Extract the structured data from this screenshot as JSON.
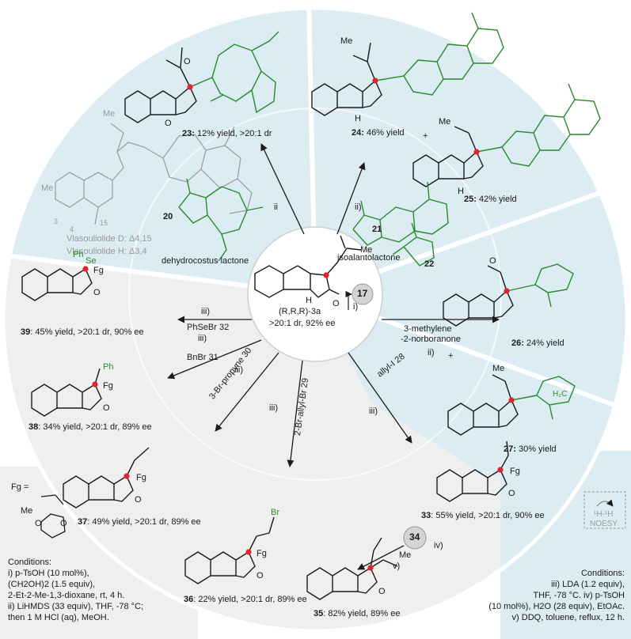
{
  "colors": {
    "panel_blue": "#dcecf3",
    "panel_grey": "#efefef",
    "stereo_red": "#e0242c",
    "green": "#2a8a2a",
    "ring_grey": "#cfcfcf"
  },
  "center": {
    "substrate_label": "(R,R,R)-3a",
    "stereo_info": ">20:1 dr, 92% ee",
    "me": "Me",
    "compound_17": "17",
    "step_i": "i)"
  },
  "reagents": {
    "ii_left": "ii",
    "ii_right": "ii)",
    "lactone_20_num": "20",
    "lactone_20_name": "dehydrocostus lactone",
    "lactone_21_num": "21",
    "lactone_21_name": "isoalantolactone",
    "norbornanone_num": "22",
    "norbornanone_name_1": "3-methylene",
    "norbornanone_name_2": "-2-norboranone",
    "norbornanone_step": "ii)",
    "phsebr": "PhSeBr 32",
    "bnbr": "BnBr 31",
    "propyne": "3-Br-propyne 30",
    "bromoallyl": "2-Br-allyl-Br 29",
    "allyl": "allyl-I 28",
    "iii": "iii)"
  },
  "vlasouliolide": {
    "me_top": "Me",
    "me": "Me",
    "d": "Vlasouliolide D: Δ4,15",
    "h": "Vlasouliolide H: Δ3,4",
    "n3": "3",
    "n4": "4",
    "n15": "15"
  },
  "products": {
    "p23": {
      "num": "23:",
      "text": " 12% yield, >20:1 dr"
    },
    "p24": {
      "num": "24:",
      "text": " 46% yield"
    },
    "p25": {
      "num": "25:",
      "text": " 42% yield"
    },
    "p26": {
      "num": "26:",
      "text": " 24% yield"
    },
    "p27": {
      "num": "27:",
      "text": " 30% yield"
    },
    "p39": {
      "num": "39",
      "text": ": 45% yield, >20:1 dr, 90% ee"
    },
    "p38": {
      "num": "38",
      "text": ": 34% yield, >20:1 dr, 89% ee"
    },
    "p37": {
      "num": "37",
      "text": ": 49% yield, >20:1 dr, 89% ee"
    },
    "p36": {
      "num": "36",
      "text": ": 22% yield, >20:1 dr, 89% ee"
    },
    "p33": {
      "num": "33",
      "text": ": 55% yield, >20:1 dr, 90% ee"
    },
    "p35": {
      "num": "35",
      "text": ": 82% yield, 89% ee"
    },
    "plus": "+",
    "compound_34": "34",
    "step_iv": "iv)",
    "step_v": "v)"
  },
  "atoms": {
    "H": "H",
    "O": "O",
    "Me": "Me",
    "Fg": "Fg",
    "Ph": "Ph",
    "Se": "Se",
    "Br": "Br",
    "H2C": "H₂C"
  },
  "fg_box": {
    "label": "Fg =",
    "me": "Me",
    "o": "O"
  },
  "noesy": {
    "h": "¹H-¹H",
    "label": "NOESY"
  },
  "conditions_left": {
    "title": "Conditions:",
    "l1": "i) p-TsOH (10 mol%),",
    "l2": "(CH2OH)2 (1.5 equiv),",
    "l3": "2-Et-2-Me-1,3-dioxane, rt, 4 h.",
    "l4": "ii) LiHMDS (33 equiv), THF, -78 °C;",
    "l5": "then 1 M HCl (aq), MeOH."
  },
  "conditions_right": {
    "title": "Conditions:",
    "l1": "iii) LDA (1.2 equiv),",
    "l2": "THF, -78 °C. iv) p-TsOH",
    "l3": "(10 mol%), H2O (28 equiv), EtOAc.",
    "l4": "v) DDQ, toluene, reflux, 12 h."
  }
}
